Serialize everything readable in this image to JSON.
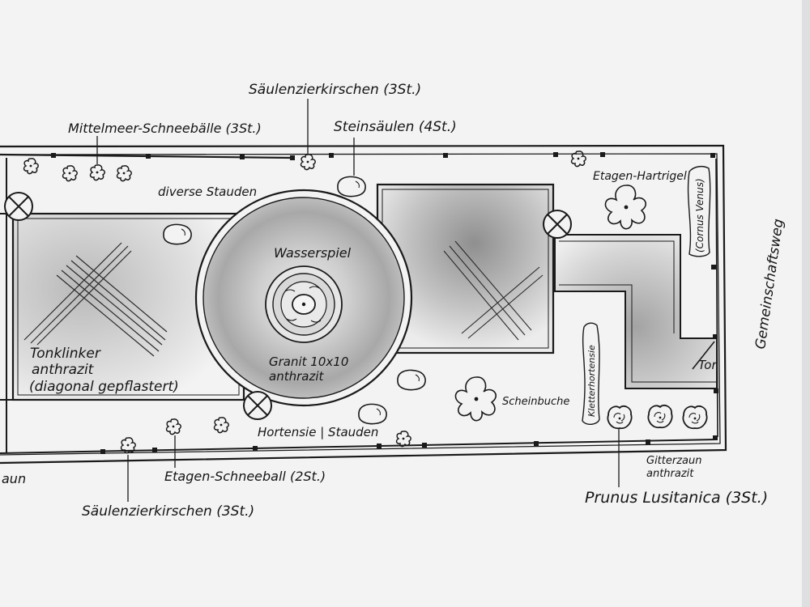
{
  "labels": {
    "saeulenzierkirschen_top": "Säulenzierkirschen (3St.)",
    "mittelmeer_schneeball": "Mittelmeer-Schneebälle (3St.)",
    "steinsaeulen": "Steinsäulen (4St.)",
    "diverse_stauden": "diverse Stauden",
    "etagen_hartriegel": "Etagen-Hartrigel",
    "cornus": "(Cornus Venus)",
    "wasserspiel": "Wasserspiel",
    "granit_line1": "Granit 10x10",
    "granit_line2": "anthrazit",
    "tonklinker_line1": "Tonklinker",
    "tonklinker_line2": "anthrazit",
    "tonklinker_line3": "(diagonal gepflastert)",
    "kletterhortensie": "Kletterhortensie",
    "scheinbuche": "Scheinbuche",
    "tor": "Tor",
    "gemeinschaftsweg": "Gemeinschaftsweg",
    "hortensie_stauden": "Hortensie | Stauden",
    "gitterzaun_line1": "Gitterzaun",
    "gitterzaun_line2": "anthrazit",
    "etagen_schneeball": "Etagen-Schneeball (2St.)",
    "saeulenzierkirschen_bottom": "Säulenzierkirschen (3St.)",
    "prunus": "Prunus Lusitanica (3St.)",
    "zaun_fragment": "aun"
  },
  "colors": {
    "paper": "#f3f3f3",
    "ink": "#1a1a1a",
    "shade_dark": "#8a8a8a",
    "shade_light": "#d9d9d9"
  },
  "icons": {
    "flower_shrub": "flower-shrub-icon",
    "light_fixture": "crossed-circle-light-icon",
    "stone_column": "stepping-stone-icon",
    "fence_post": "fence-post-icon"
  }
}
